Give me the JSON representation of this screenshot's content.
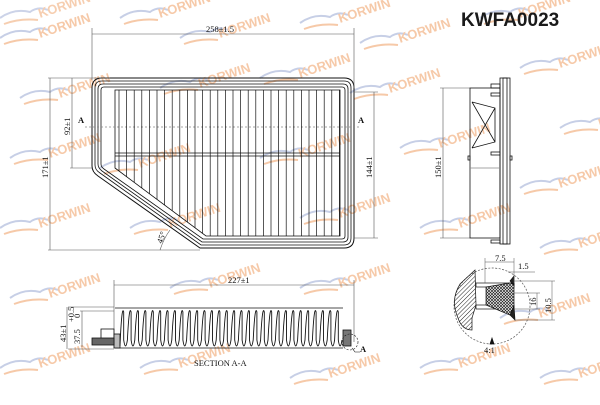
{
  "title": "KWFA0023",
  "watermark": {
    "text": "KORWIN",
    "text_color": "#f6c9a8",
    "swoosh_color": "#c7cfe6"
  },
  "top_view": {
    "width_dim": "258±1.5",
    "height_dim_left": "171±1",
    "inner_dim_left": "92±1",
    "height_dim_right": "144±1",
    "section_marker_left": "A",
    "section_marker_right": "A",
    "corner_angle": "45°"
  },
  "side_view": {
    "height_dim": "150±1"
  },
  "section_view": {
    "label": "SECTION A-A",
    "width_dim": "227±1",
    "height_dim": "43±1",
    "pleat_height_dim": "37.5",
    "pleat_tol_upper": "+0.5",
    "pleat_tol_lower": "0",
    "detail_marker": "A"
  },
  "detail_view": {
    "dim_width": "7.5",
    "dim_gap": "1.5",
    "dim_inner_height": "16",
    "dim_height": "10.5",
    "scale": "4:1"
  },
  "colors": {
    "line": "#111111",
    "dim_line": "#555555",
    "background": "#ffffff"
  }
}
